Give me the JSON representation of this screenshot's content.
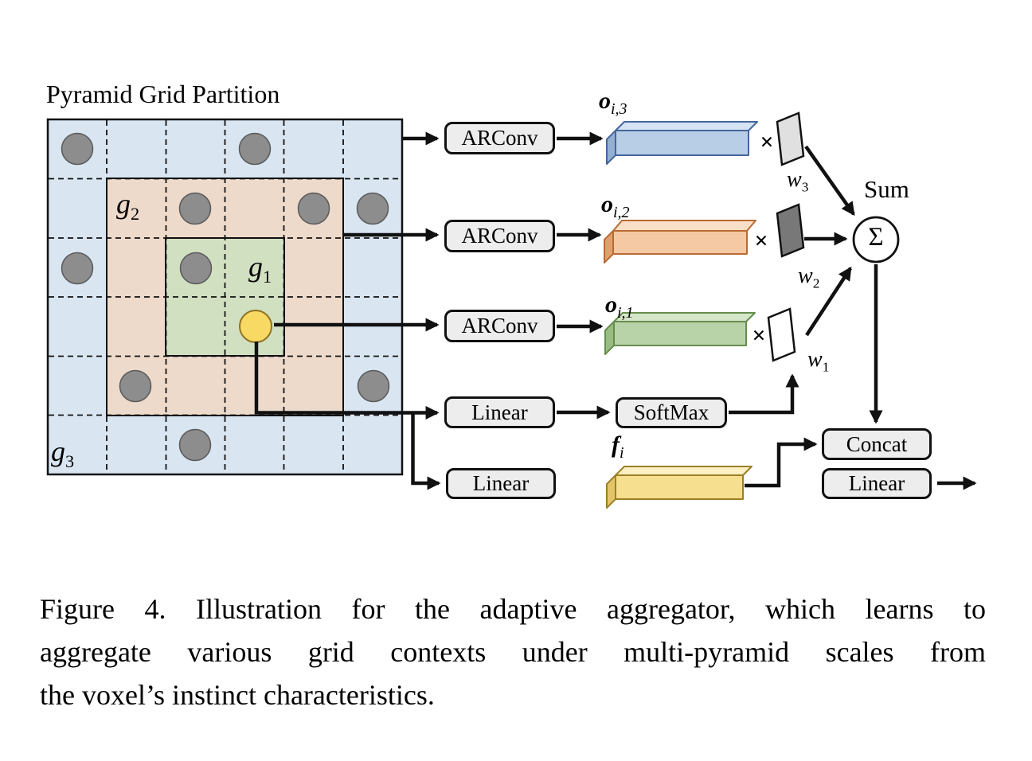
{
  "title": "Pyramid Grid Partition",
  "grid": {
    "labels": {
      "g1": {
        "base": "g",
        "sub": "1"
      },
      "g2": {
        "base": "g",
        "sub": "2"
      },
      "g3": {
        "base": "g",
        "sub": "3"
      }
    },
    "colors": {
      "outer_fill": "#d9e6f2",
      "mid_fill": "#eedacb",
      "inner_fill": "#d2e0c2",
      "dot_fill": "#8d8d8d",
      "dot_stroke": "#5a5a5a",
      "center_dot_fill": "#f8d964",
      "center_dot_stroke": "#8f7322"
    }
  },
  "blocks": {
    "arconv1": "ARConv",
    "arconv2": "ARConv",
    "arconv3": "ARConv",
    "linear_top": "Linear",
    "softmax": "SoftMax",
    "linear_bottom": "Linear",
    "concat": "Concat",
    "linear_out": "Linear"
  },
  "bars": {
    "o3": {
      "base": "o",
      "sub": "i,3",
      "front": "#b8cee6",
      "top": "#d6e3f3",
      "cap": "#93afd2",
      "stroke": "#44679b"
    },
    "o2": {
      "base": "o",
      "sub": "i,2",
      "front": "#f5c9a4",
      "top": "#fadfc8",
      "cap": "#dfa06e",
      "stroke": "#b96a33"
    },
    "o1": {
      "base": "o",
      "sub": "i,1",
      "front": "#b9d3a8",
      "top": "#d6e6c8",
      "cap": "#99bc82",
      "stroke": "#668d4d"
    },
    "f": {
      "base": "f",
      "sub": "i",
      "front": "#f6df8e",
      "top": "#fbefc3",
      "cap": "#e4c468",
      "stroke": "#9c8026"
    }
  },
  "weights": {
    "w3": {
      "base": "w",
      "sub": "3",
      "fill": "#e0e0e0"
    },
    "w2": {
      "base": "w",
      "sub": "2",
      "fill": "#787878"
    },
    "w1": {
      "base": "w",
      "sub": "1",
      "fill": "#ffffff"
    }
  },
  "operators": {
    "times": "×",
    "sigma": "Σ",
    "sum_label": "Sum"
  },
  "caption": {
    "line1": "Figure 4. Illustration for the adaptive aggregator, which learns to",
    "line2": "aggregate various grid contexts under multi-pyramid scales from",
    "line3": "the voxel’s instinct characteristics."
  }
}
